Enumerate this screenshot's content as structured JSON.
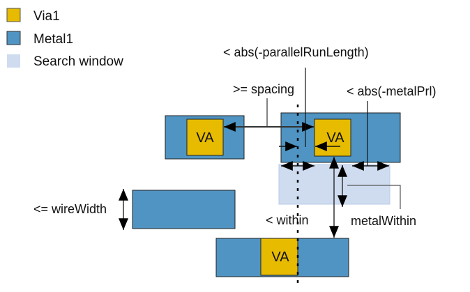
{
  "colors": {
    "via": "#e6bb00",
    "metal": "#4f94c2",
    "search_window": "#cfdcf0",
    "stroke": "#222222",
    "arrow": "#000000"
  },
  "legend": {
    "items": [
      {
        "key": "via",
        "label": "Via1"
      },
      {
        "key": "metal",
        "label": "Metal1"
      },
      {
        "key": "search_window",
        "label": "Search window"
      }
    ]
  },
  "shapes": {
    "via_label": "VA"
  },
  "annotations": {
    "parallel_run_length": "< abs(-parallelRunLength)",
    "spacing": ">= spacing",
    "metal_prl": "< abs(-metalPrl)",
    "wire_width": "<= wireWidth",
    "within": "< within",
    "metal_within": "metalWithin"
  }
}
